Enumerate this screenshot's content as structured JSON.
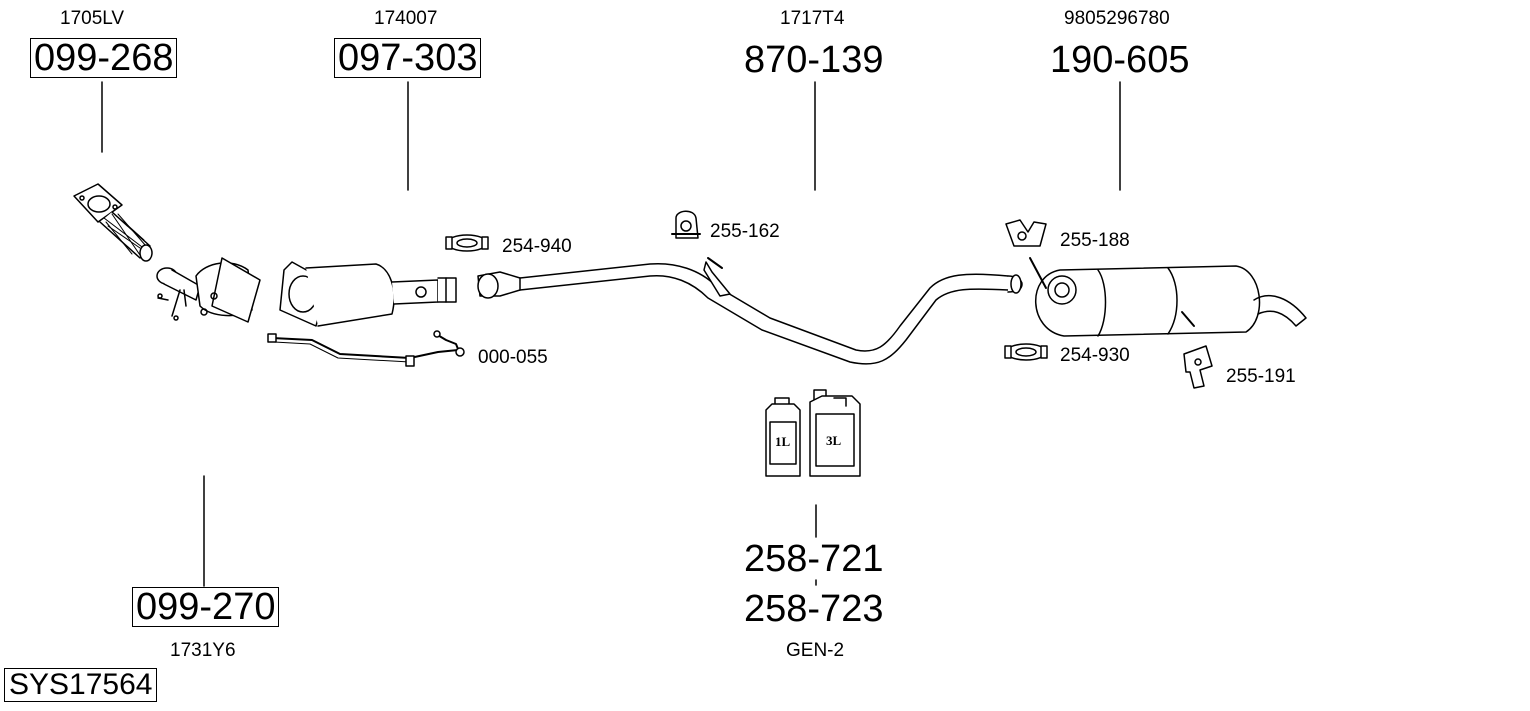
{
  "diagram": {
    "system_code": "SYS17564",
    "parts": {
      "front_pipe": {
        "number": "099-268",
        "oe_ref": "1705LV"
      },
      "catalyst": {
        "number": "099-270",
        "oe_ref": "1731Y6"
      },
      "particle_filter": {
        "number": "097-303",
        "oe_ref": "174007"
      },
      "middle_pipe": {
        "number": "870-139",
        "oe_ref": "1717T4"
      },
      "rear_silencer": {
        "number": "190-605",
        "oe_ref": "9805296780"
      },
      "additive_1l": {
        "number": "258-721"
      },
      "additive_3l": {
        "number": "258-723",
        "oe_ref": "GEN-2"
      }
    },
    "accessories": {
      "clamp_front": "254-940",
      "mount_middle": "255-162",
      "sensor": "000-055",
      "mount_rear": "255-188",
      "clamp_rear": "254-930",
      "bracket_rear": "255-191"
    },
    "canisters": {
      "small_label": "1L",
      "large_label": "3L"
    }
  }
}
